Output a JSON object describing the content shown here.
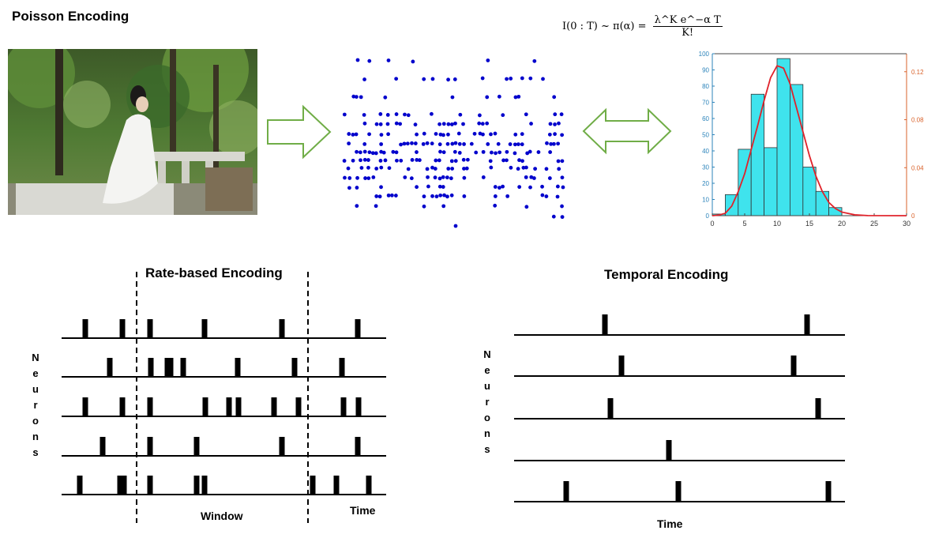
{
  "poisson": {
    "title": "Poisson Encoding",
    "formula_lhs": "I(0 : T) ~ π(α) =",
    "formula_num": "λ^K e^−α T",
    "formula_den": "K!"
  },
  "rate": {
    "title": "Rate-based Encoding",
    "neurons_letters": [
      "N",
      "e",
      "u",
      "r",
      "o",
      "n",
      "s"
    ],
    "window_label": "Window",
    "time_label": "Time",
    "trains": [
      [
        108,
        155,
        190,
        259,
        357,
        453
      ],
      [
        139,
        191,
        212,
        216,
        232,
        301,
        373,
        433
      ],
      [
        108,
        155,
        190,
        260,
        290,
        302,
        347,
        378,
        435,
        454
      ],
      [
        130,
        190,
        249,
        357,
        453
      ],
      [
        101,
        152,
        157,
        190,
        249,
        259,
        396,
        426,
        467
      ]
    ]
  },
  "temporal": {
    "title": "Temporal Encoding",
    "neurons_letters": [
      "N",
      "e",
      "u",
      "r",
      "o",
      "n",
      "s"
    ],
    "time_label": "Time",
    "trains": [
      [
        766,
        1022
      ],
      [
        787,
        1005
      ],
      [
        773,
        1036
      ],
      [
        847
      ],
      [
        717,
        859,
        1049
      ]
    ]
  },
  "chart_data": {
    "type": "bar",
    "x_edges": [
      0,
      2,
      4,
      6,
      8,
      10,
      12,
      14,
      16,
      18,
      20,
      22,
      24,
      26,
      28,
      30
    ],
    "values": [
      1,
      13,
      41,
      75,
      42,
      97,
      81,
      30,
      15,
      5,
      0,
      0,
      0,
      0,
      0
    ],
    "xlim": [
      0,
      30
    ],
    "ylim": [
      0,
      100
    ],
    "y2lim": [
      0,
      0.135
    ],
    "xticks": [
      "0",
      "5",
      "10",
      "15",
      "20",
      "25",
      "30"
    ],
    "yticks": [
      "0",
      "10",
      "20",
      "30",
      "40",
      "50",
      "60",
      "70",
      "80",
      "90",
      "100"
    ],
    "y2ticks": [
      "0",
      "0.04",
      "0.08",
      "0.12"
    ],
    "pdf_curve": [
      [
        0,
        0
      ],
      [
        1,
        0.0005
      ],
      [
        2,
        0.002
      ],
      [
        3,
        0.008
      ],
      [
        4,
        0.02
      ],
      [
        5,
        0.035
      ],
      [
        6,
        0.055
      ],
      [
        7,
        0.075
      ],
      [
        8,
        0.096
      ],
      [
        9,
        0.115
      ],
      [
        10,
        0.125
      ],
      [
        11,
        0.123
      ],
      [
        12,
        0.11
      ],
      [
        13,
        0.09
      ],
      [
        14,
        0.07
      ],
      [
        15,
        0.05
      ],
      [
        16,
        0.033
      ],
      [
        17,
        0.02
      ],
      [
        18,
        0.011
      ],
      [
        19,
        0.006
      ],
      [
        20,
        0.003
      ],
      [
        22,
        0.0007
      ],
      [
        24,
        0.0001
      ],
      [
        30,
        0
      ]
    ],
    "colors": {
      "bar": "#3fe3ed",
      "curve": "#e0222a",
      "left_axis": "#2b83ba",
      "right_axis": "#d9622b",
      "scatter": "#0000cc"
    }
  }
}
